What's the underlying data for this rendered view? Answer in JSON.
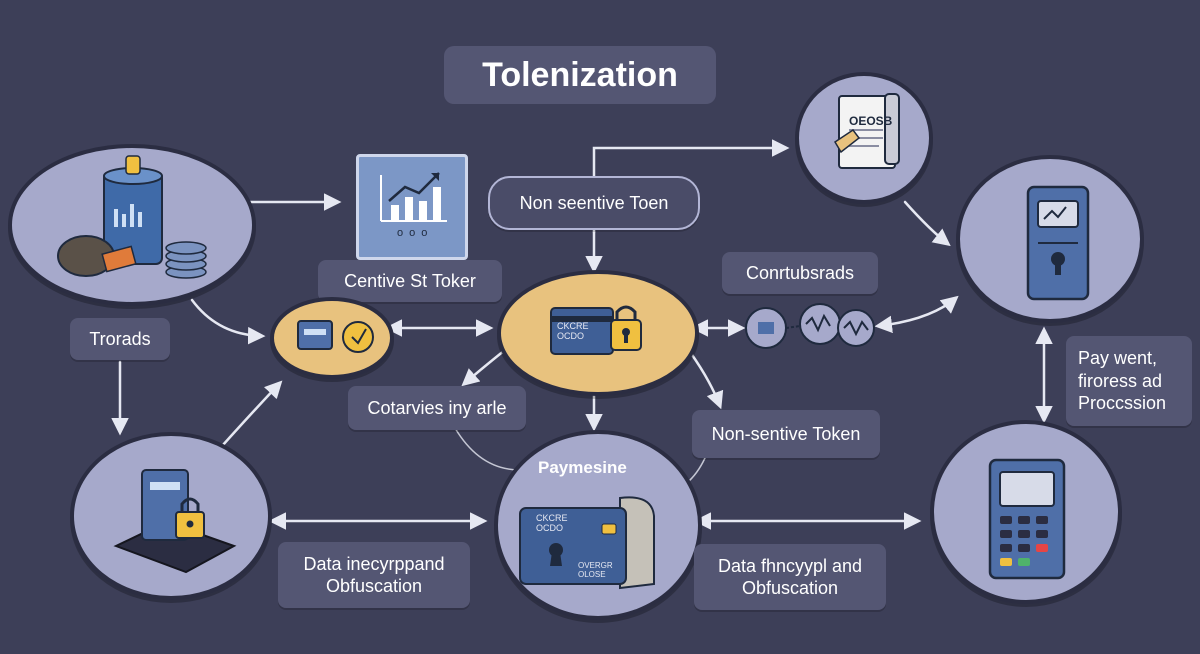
{
  "title": "Tolenization",
  "labels": {
    "centive_st_toker": "Centive St Toker",
    "non_sentive_toen": "Non seentive Toen",
    "contributes": "Conrtubsrads",
    "pay_went": "Pay went,\nfiroress ad\nProccssion",
    "trorads": "Trorads",
    "cotarvies": "Cotarvies iny arle",
    "non_sentive_token": "Non-sentive Token",
    "data_left": "Data inecyrppand\nObfuscation",
    "data_right": "Data fhncyypl and\nObfuscation"
  },
  "node_texts": {
    "payment_label": "Paymesine",
    "doc_text": "OEOSB",
    "card_top_text": "CKCRE\nOCDO",
    "card_bottom_text": "OVERGR\nOLOSE",
    "chart_ticks": "ooo"
  },
  "colors": {
    "background": "#3d3f58",
    "node_fill": "#a6a9cb",
    "node_center_fill": "#e8c27e",
    "label_box": "#545673",
    "arrow": "#e6e8f2"
  },
  "icons": [
    "database-icon",
    "chart-icon",
    "receipt-icon",
    "payment-terminal-icon",
    "card-scanner-icon",
    "card-lock-icon",
    "network-icon",
    "encrypted-device-icon",
    "payment-card-icon",
    "pos-terminal-icon"
  ]
}
